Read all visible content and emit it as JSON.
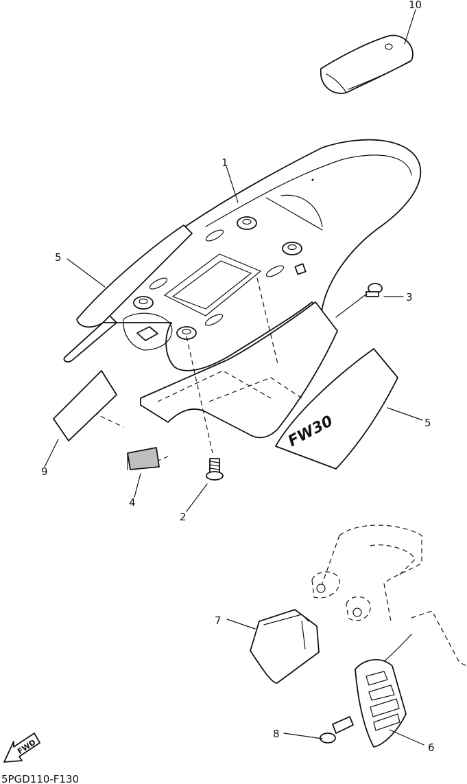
{
  "diagram_code": "5PGD110-F130",
  "fwd_label": "FWD",
  "logo_text": "FW30",
  "callouts": [
    {
      "id": "1",
      "part": "rear fender"
    },
    {
      "id": "2",
      "part": "bolt"
    },
    {
      "id": "3",
      "part": "bolt"
    },
    {
      "id": "4",
      "part": "reflector"
    },
    {
      "id": "5",
      "part": "side graphic (upper left)"
    },
    {
      "id": "5",
      "part": "side graphic (lower right)"
    },
    {
      "id": "6",
      "part": "heat protector"
    },
    {
      "id": "7",
      "part": "bracket cover"
    },
    {
      "id": "8",
      "part": "screw"
    },
    {
      "id": "9",
      "part": "label"
    },
    {
      "id": "10",
      "part": "seat grip cover"
    }
  ]
}
